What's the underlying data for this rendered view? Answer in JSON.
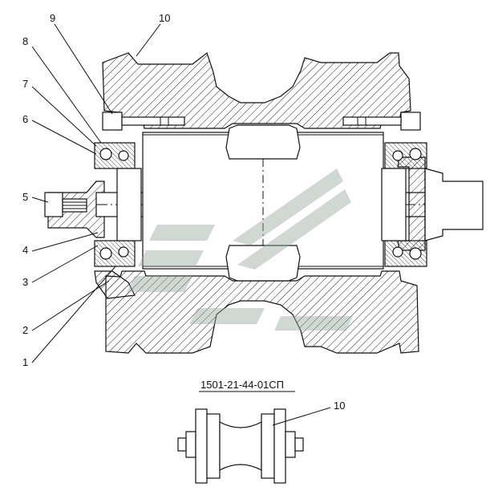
{
  "drawing": {
    "part_code": "1501-21-44-01СП",
    "callouts": [
      "1",
      "2",
      "3",
      "4",
      "5",
      "6",
      "7",
      "8",
      "9",
      "10"
    ],
    "small_view_callout": "10"
  },
  "colors": {
    "line": "#111111",
    "hatch": "#222222",
    "watermark": "#9aa9a0",
    "background": "#ffffff"
  }
}
